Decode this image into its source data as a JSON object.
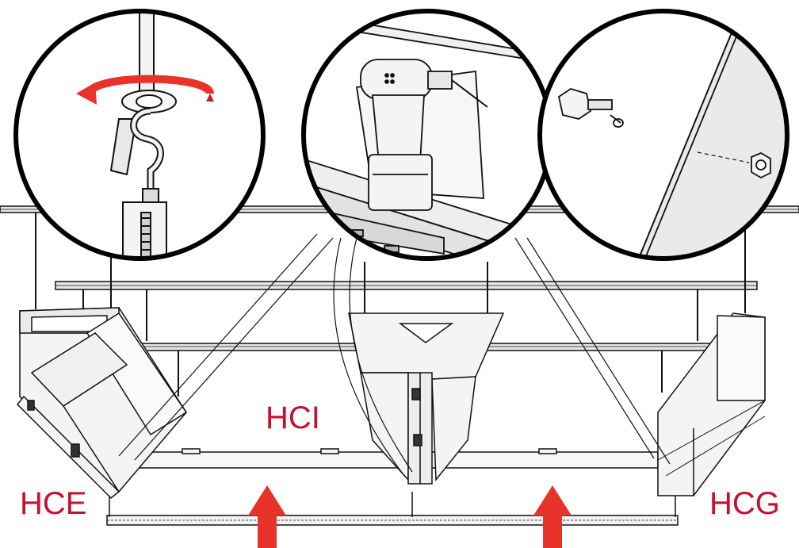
{
  "labels": {
    "hce": "HCE",
    "hci": "HCI",
    "hcg": "HCG"
  },
  "colors": {
    "label_red": "#c8102e",
    "arrow_red": "#e8332b",
    "line": "#111111",
    "panel_fill": "#f4f4f4"
  },
  "icons": {
    "rotate_arrow": "curved-arrow-icon",
    "lift_arrow": "up-arrow-icon",
    "drill": "drill-icon",
    "bolt": "bolt-icon",
    "hook": "hook-icon"
  }
}
